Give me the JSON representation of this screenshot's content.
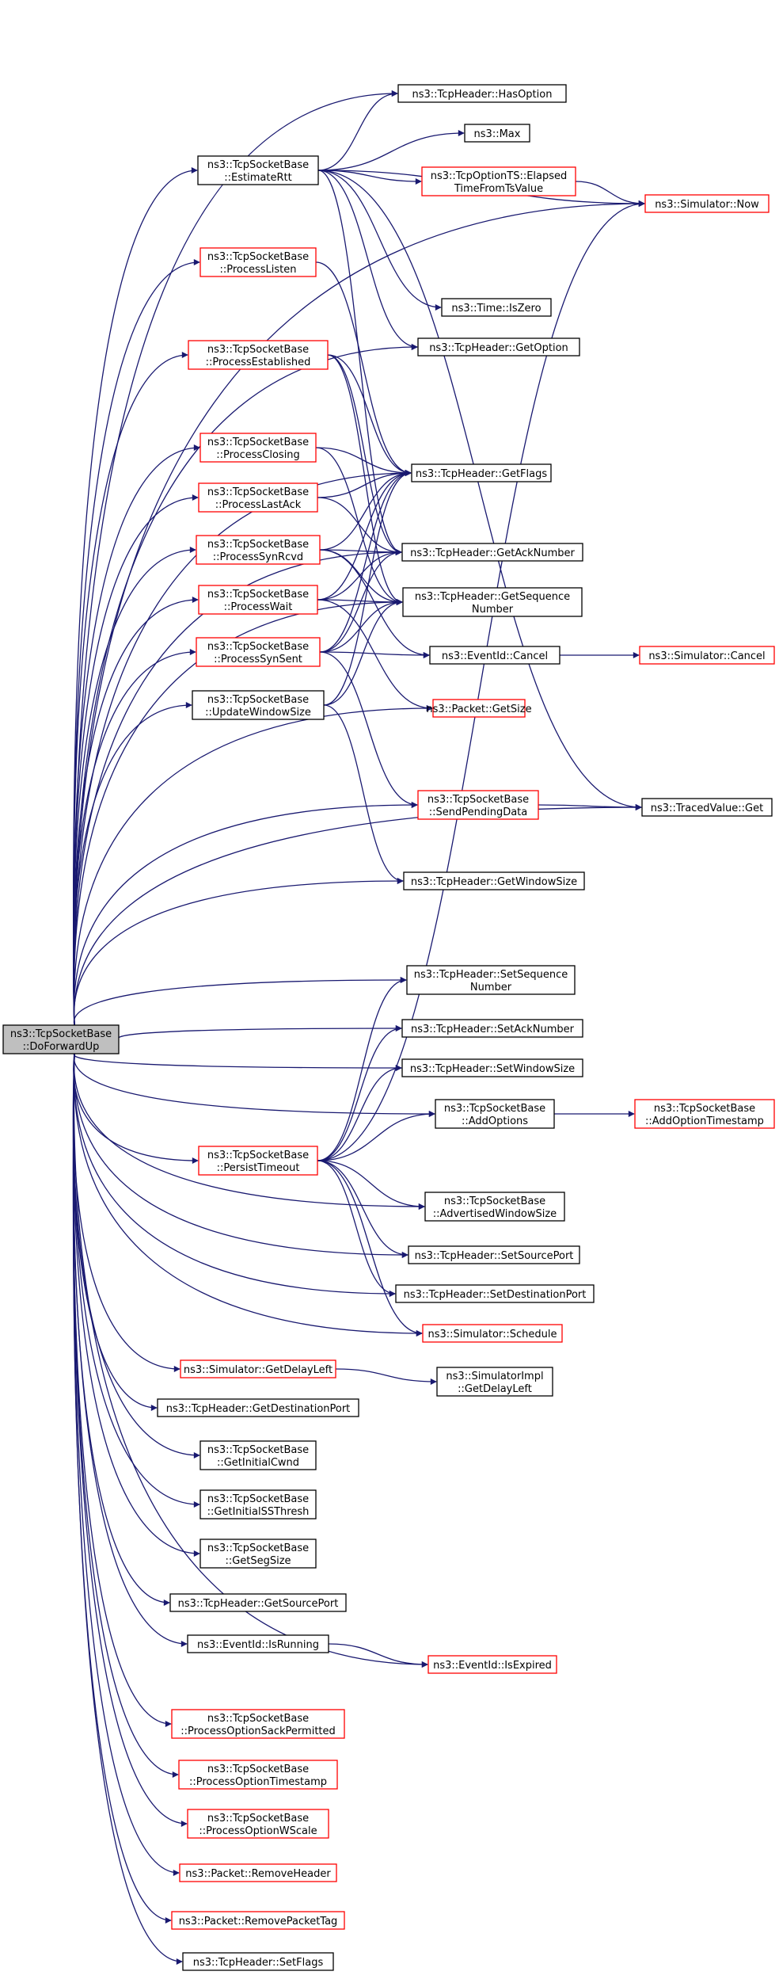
{
  "colors": {
    "edge": "#191970",
    "root_fill": "#bfbfbf",
    "node_fill": "#ffffff",
    "node_border": "#000000",
    "undocumented_border": "#ff0000"
  },
  "root": "DoForwardUp",
  "nodes": [
    {
      "id": "DoForwardUp",
      "lines": [
        "ns3::TcpSocketBase",
        "::DoForwardUp"
      ],
      "style": "root"
    },
    {
      "id": "HasOption",
      "lines": [
        "ns3::TcpHeader::HasOption"
      ],
      "style": "black"
    },
    {
      "id": "Max",
      "lines": [
        "ns3::Max"
      ],
      "style": "black"
    },
    {
      "id": "EstimateRtt",
      "lines": [
        "ns3::TcpSocketBase",
        "::EstimateRtt"
      ],
      "style": "black"
    },
    {
      "id": "ElapsedTime",
      "lines": [
        "ns3::TcpOptionTS::Elapsed",
        "TimeFromTsValue"
      ],
      "style": "red"
    },
    {
      "id": "SimNow",
      "lines": [
        "ns3::Simulator::Now"
      ],
      "style": "red"
    },
    {
      "id": "ProcessListen",
      "lines": [
        "ns3::TcpSocketBase",
        "::ProcessListen"
      ],
      "style": "red"
    },
    {
      "id": "IsZero",
      "lines": [
        "ns3::Time::IsZero"
      ],
      "style": "black"
    },
    {
      "id": "GetOption",
      "lines": [
        "ns3::TcpHeader::GetOption"
      ],
      "style": "black"
    },
    {
      "id": "ProcessEstablished",
      "lines": [
        "ns3::TcpSocketBase",
        "::ProcessEstablished"
      ],
      "style": "red"
    },
    {
      "id": "ProcessClosing",
      "lines": [
        "ns3::TcpSocketBase",
        "::ProcessClosing"
      ],
      "style": "red"
    },
    {
      "id": "GetFlags",
      "lines": [
        "ns3::TcpHeader::GetFlags"
      ],
      "style": "black"
    },
    {
      "id": "ProcessLastAck",
      "lines": [
        "ns3::TcpSocketBase",
        "::ProcessLastAck"
      ],
      "style": "red"
    },
    {
      "id": "ProcessSynRcvd",
      "lines": [
        "ns3::TcpSocketBase",
        "::ProcessSynRcvd"
      ],
      "style": "red"
    },
    {
      "id": "GetAckNumber",
      "lines": [
        "ns3::TcpHeader::GetAckNumber"
      ],
      "style": "black"
    },
    {
      "id": "ProcessWait",
      "lines": [
        "ns3::TcpSocketBase",
        "::ProcessWait"
      ],
      "style": "red"
    },
    {
      "id": "GetSequenceNumber",
      "lines": [
        "ns3::TcpHeader::GetSequence",
        "Number"
      ],
      "style": "black"
    },
    {
      "id": "ProcessSynSent",
      "lines": [
        "ns3::TcpSocketBase",
        "::ProcessSynSent"
      ],
      "style": "red"
    },
    {
      "id": "EventCancel",
      "lines": [
        "ns3::EventId::Cancel"
      ],
      "style": "black"
    },
    {
      "id": "SimCancel",
      "lines": [
        "ns3::Simulator::Cancel"
      ],
      "style": "red"
    },
    {
      "id": "UpdateWindowSize",
      "lines": [
        "ns3::TcpSocketBase",
        "::UpdateWindowSize"
      ],
      "style": "black"
    },
    {
      "id": "PacketGetSize",
      "lines": [
        "ns3::Packet::GetSize"
      ],
      "style": "red"
    },
    {
      "id": "SendPendingData",
      "lines": [
        "ns3::TcpSocketBase",
        "::SendPendingData"
      ],
      "style": "red"
    },
    {
      "id": "TracedGet",
      "lines": [
        "ns3::TracedValue::Get"
      ],
      "style": "black"
    },
    {
      "id": "GetWindowSize",
      "lines": [
        "ns3::TcpHeader::GetWindowSize"
      ],
      "style": "black"
    },
    {
      "id": "SetSequenceNumber",
      "lines": [
        "ns3::TcpHeader::SetSequence",
        "Number"
      ],
      "style": "black"
    },
    {
      "id": "SetAckNumber",
      "lines": [
        "ns3::TcpHeader::SetAckNumber"
      ],
      "style": "black"
    },
    {
      "id": "SetWindowSize",
      "lines": [
        "ns3::TcpHeader::SetWindowSize"
      ],
      "style": "black"
    },
    {
      "id": "AddOptions",
      "lines": [
        "ns3::TcpSocketBase",
        "::AddOptions"
      ],
      "style": "black"
    },
    {
      "id": "AddOptionTimestamp",
      "lines": [
        "ns3::TcpSocketBase",
        "::AddOptionTimestamp"
      ],
      "style": "red"
    },
    {
      "id": "PersistTimeout",
      "lines": [
        "ns3::TcpSocketBase",
        "::PersistTimeout"
      ],
      "style": "red"
    },
    {
      "id": "AdvertisedWindowSize",
      "lines": [
        "ns3::TcpSocketBase",
        "::AdvertisedWindowSize"
      ],
      "style": "black"
    },
    {
      "id": "SetSourcePort",
      "lines": [
        "ns3::TcpHeader::SetSourcePort"
      ],
      "style": "black"
    },
    {
      "id": "SetDestinationPort",
      "lines": [
        "ns3::TcpHeader::SetDestinationPort"
      ],
      "style": "black"
    },
    {
      "id": "SimSchedule",
      "lines": [
        "ns3::Simulator::Schedule"
      ],
      "style": "red"
    },
    {
      "id": "GetDelayLeft",
      "lines": [
        "ns3::Simulator::GetDelayLeft"
      ],
      "style": "red"
    },
    {
      "id": "ImplGetDelayLeft",
      "lines": [
        "ns3::SimulatorImpl",
        "::GetDelayLeft"
      ],
      "style": "black"
    },
    {
      "id": "GetDestinationPort",
      "lines": [
        "ns3::TcpHeader::GetDestinationPort"
      ],
      "style": "black"
    },
    {
      "id": "GetInitialCwnd",
      "lines": [
        "ns3::TcpSocketBase",
        "::GetInitialCwnd"
      ],
      "style": "black"
    },
    {
      "id": "GetInitialSSThresh",
      "lines": [
        "ns3::TcpSocketBase",
        "::GetInitialSSThresh"
      ],
      "style": "black"
    },
    {
      "id": "GetSegSize",
      "lines": [
        "ns3::TcpSocketBase",
        "::GetSegSize"
      ],
      "style": "black"
    },
    {
      "id": "GetSourcePort",
      "lines": [
        "ns3::TcpHeader::GetSourcePort"
      ],
      "style": "black"
    },
    {
      "id": "IsRunning",
      "lines": [
        "ns3::EventId::IsRunning"
      ],
      "style": "black"
    },
    {
      "id": "IsExpired",
      "lines": [
        "ns3::EventId::IsExpired"
      ],
      "style": "red"
    },
    {
      "id": "ProcessOptionSack",
      "lines": [
        "ns3::TcpSocketBase",
        "::ProcessOptionSackPermitted"
      ],
      "style": "red"
    },
    {
      "id": "ProcessOptionTimestamp",
      "lines": [
        "ns3::TcpSocketBase",
        "::ProcessOptionTimestamp"
      ],
      "style": "red"
    },
    {
      "id": "ProcessOptionWScale",
      "lines": [
        "ns3::TcpSocketBase",
        "::ProcessOptionWScale"
      ],
      "style": "red"
    },
    {
      "id": "RemoveHeader",
      "lines": [
        "ns3::Packet::RemoveHeader"
      ],
      "style": "red"
    },
    {
      "id": "RemovePacketTag",
      "lines": [
        "ns3::Packet::RemovePacketTag"
      ],
      "style": "red"
    },
    {
      "id": "SetFlags",
      "lines": [
        "ns3::TcpHeader::SetFlags"
      ],
      "style": "black"
    }
  ],
  "edges": [
    [
      "DoForwardUp",
      "HasOption"
    ],
    [
      "DoForwardUp",
      "EstimateRtt"
    ],
    [
      "DoForwardUp",
      "SimNow"
    ],
    [
      "DoForwardUp",
      "ProcessListen"
    ],
    [
      "DoForwardUp",
      "GetOption"
    ],
    [
      "DoForwardUp",
      "ProcessEstablished"
    ],
    [
      "DoForwardUp",
      "ProcessClosing"
    ],
    [
      "DoForwardUp",
      "GetFlags"
    ],
    [
      "DoForwardUp",
      "ProcessLastAck"
    ],
    [
      "DoForwardUp",
      "ProcessSynRcvd"
    ],
    [
      "DoForwardUp",
      "GetAckNumber"
    ],
    [
      "DoForwardUp",
      "ProcessWait"
    ],
    [
      "DoForwardUp",
      "GetSequenceNumber"
    ],
    [
      "DoForwardUp",
      "ProcessSynSent"
    ],
    [
      "DoForwardUp",
      "UpdateWindowSize"
    ],
    [
      "DoForwardUp",
      "PacketGetSize"
    ],
    [
      "DoForwardUp",
      "SendPendingData"
    ],
    [
      "DoForwardUp",
      "TracedGet"
    ],
    [
      "DoForwardUp",
      "GetWindowSize"
    ],
    [
      "DoForwardUp",
      "SetSequenceNumber"
    ],
    [
      "DoForwardUp",
      "SetAckNumber"
    ],
    [
      "DoForwardUp",
      "SetWindowSize"
    ],
    [
      "DoForwardUp",
      "AddOptions"
    ],
    [
      "DoForwardUp",
      "PersistTimeout"
    ],
    [
      "DoForwardUp",
      "AdvertisedWindowSize"
    ],
    [
      "DoForwardUp",
      "SetSourcePort"
    ],
    [
      "DoForwardUp",
      "SetDestinationPort"
    ],
    [
      "DoForwardUp",
      "SimSchedule"
    ],
    [
      "DoForwardUp",
      "GetDelayLeft"
    ],
    [
      "DoForwardUp",
      "GetDestinationPort"
    ],
    [
      "DoForwardUp",
      "GetInitialCwnd"
    ],
    [
      "DoForwardUp",
      "GetInitialSSThresh"
    ],
    [
      "DoForwardUp",
      "GetSegSize"
    ],
    [
      "DoForwardUp",
      "GetSourcePort"
    ],
    [
      "DoForwardUp",
      "IsRunning"
    ],
    [
      "DoForwardUp",
      "IsExpired"
    ],
    [
      "DoForwardUp",
      "ProcessOptionSack"
    ],
    [
      "DoForwardUp",
      "ProcessOptionTimestamp"
    ],
    [
      "DoForwardUp",
      "ProcessOptionWScale"
    ],
    [
      "DoForwardUp",
      "RemoveHeader"
    ],
    [
      "DoForwardUp",
      "RemovePacketTag"
    ],
    [
      "DoForwardUp",
      "SetFlags"
    ],
    [
      "EstimateRtt",
      "HasOption"
    ],
    [
      "EstimateRtt",
      "Max"
    ],
    [
      "EstimateRtt",
      "ElapsedTime"
    ],
    [
      "EstimateRtt",
      "SimNow"
    ],
    [
      "EstimateRtt",
      "IsZero"
    ],
    [
      "EstimateRtt",
      "GetOption"
    ],
    [
      "EstimateRtt",
      "GetAckNumber"
    ],
    [
      "EstimateRtt",
      "TracedGet"
    ],
    [
      "ElapsedTime",
      "SimNow"
    ],
    [
      "ProcessListen",
      "GetFlags"
    ],
    [
      "ProcessEstablished",
      "GetFlags"
    ],
    [
      "ProcessEstablished",
      "GetAckNumber"
    ],
    [
      "ProcessEstablished",
      "GetSequenceNumber"
    ],
    [
      "ProcessClosing",
      "GetFlags"
    ],
    [
      "ProcessClosing",
      "GetSequenceNumber"
    ],
    [
      "ProcessLastAck",
      "GetFlags"
    ],
    [
      "ProcessLastAck",
      "GetAckNumber"
    ],
    [
      "ProcessSynRcvd",
      "GetFlags"
    ],
    [
      "ProcessSynRcvd",
      "GetAckNumber"
    ],
    [
      "ProcessSynRcvd",
      "GetSequenceNumber"
    ],
    [
      "ProcessSynRcvd",
      "EventCancel"
    ],
    [
      "ProcessWait",
      "GetFlags"
    ],
    [
      "ProcessWait",
      "GetAckNumber"
    ],
    [
      "ProcessWait",
      "GetSequenceNumber"
    ],
    [
      "ProcessWait",
      "PacketGetSize"
    ],
    [
      "ProcessSynSent",
      "GetFlags"
    ],
    [
      "ProcessSynSent",
      "GetAckNumber"
    ],
    [
      "ProcessSynSent",
      "GetSequenceNumber"
    ],
    [
      "ProcessSynSent",
      "EventCancel"
    ],
    [
      "ProcessSynSent",
      "SendPendingData"
    ],
    [
      "UpdateWindowSize",
      "GetFlags"
    ],
    [
      "UpdateWindowSize",
      "GetSequenceNumber"
    ],
    [
      "UpdateWindowSize",
      "GetWindowSize"
    ],
    [
      "EventCancel",
      "SimCancel"
    ],
    [
      "SendPendingData",
      "TracedGet"
    ],
    [
      "AddOptions",
      "AddOptionTimestamp"
    ],
    [
      "PersistTimeout",
      "SimNow"
    ],
    [
      "PersistTimeout",
      "SetSequenceNumber"
    ],
    [
      "PersistTimeout",
      "SetAckNumber"
    ],
    [
      "PersistTimeout",
      "SetWindowSize"
    ],
    [
      "PersistTimeout",
      "AddOptions"
    ],
    [
      "PersistTimeout",
      "AdvertisedWindowSize"
    ],
    [
      "PersistTimeout",
      "SetSourcePort"
    ],
    [
      "PersistTimeout",
      "SetDestinationPort"
    ],
    [
      "PersistTimeout",
      "SimSchedule"
    ],
    [
      "GetDelayLeft",
      "ImplGetDelayLeft"
    ],
    [
      "IsRunning",
      "IsExpired"
    ]
  ]
}
